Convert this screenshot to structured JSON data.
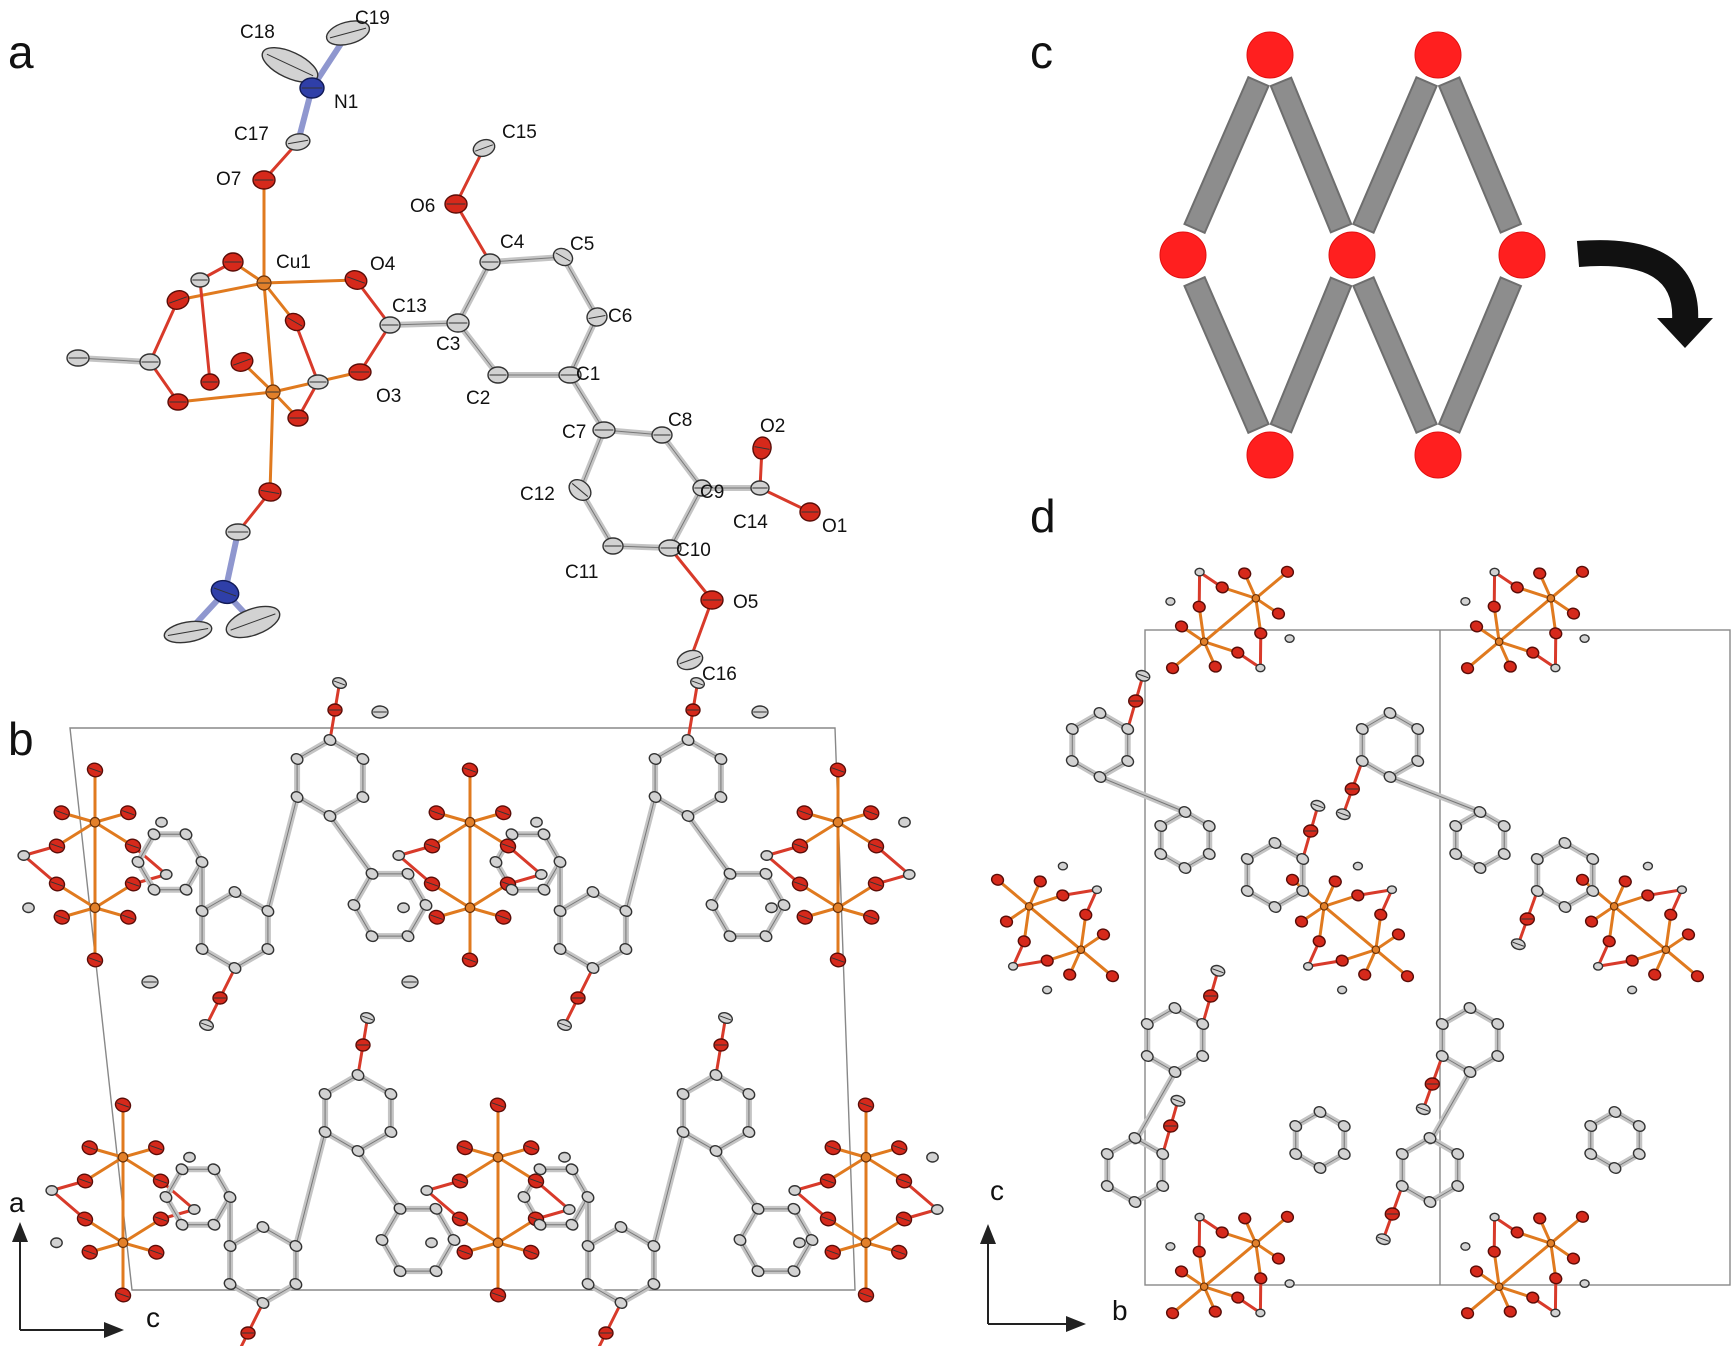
{
  "panels": {
    "a": "a",
    "b": "b",
    "c": "c",
    "d": "d"
  },
  "atom_labels": {
    "C18": "C18",
    "C19": "C19",
    "N1": "N1",
    "C17": "C17",
    "O7": "O7",
    "C15": "C15",
    "O6": "O6",
    "C4": "C4",
    "C5": "C5",
    "Cu1": "Cu1",
    "O4": "O4",
    "C13": "C13",
    "C6": "C6",
    "C3": "C3",
    "C1": "C1",
    "O3": "O3",
    "C2": "C2",
    "C8": "C8",
    "C7": "C7",
    "O2": "O2",
    "C9": "C9",
    "C12": "C12",
    "C14": "C14",
    "O1": "O1",
    "C10": "C10",
    "C11": "C11",
    "O5": "O5",
    "C16": "C16"
  },
  "axes": {
    "b_vertical": "a",
    "b_horizontal": "c",
    "d_vertical": "c",
    "d_horizontal": "b"
  },
  "colors": {
    "carbon": "#d2d2d2",
    "oxygen": "#d6291b",
    "nitrogen": "#2f3fa8",
    "copper": "#e2802a",
    "node": "#ff1f1f",
    "linker": "#8d8d8d"
  },
  "icons": {
    "rotation_arrow": "curved-arrow-down-icon"
  }
}
